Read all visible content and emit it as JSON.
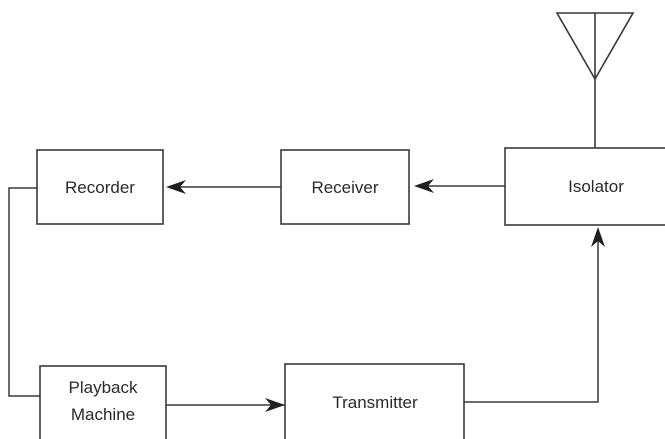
{
  "blocks": {
    "recorder": "Recorder",
    "receiver": "Receiver",
    "isolator": "Isolator",
    "playback_line1": "Playback",
    "playback_line2": "Machine",
    "transmitter": "Transmitter"
  },
  "colors": {
    "line": "#3a3a3a",
    "arrow": "#1f1f1f",
    "text": "#2a2a2a",
    "background": "#ffffff"
  }
}
